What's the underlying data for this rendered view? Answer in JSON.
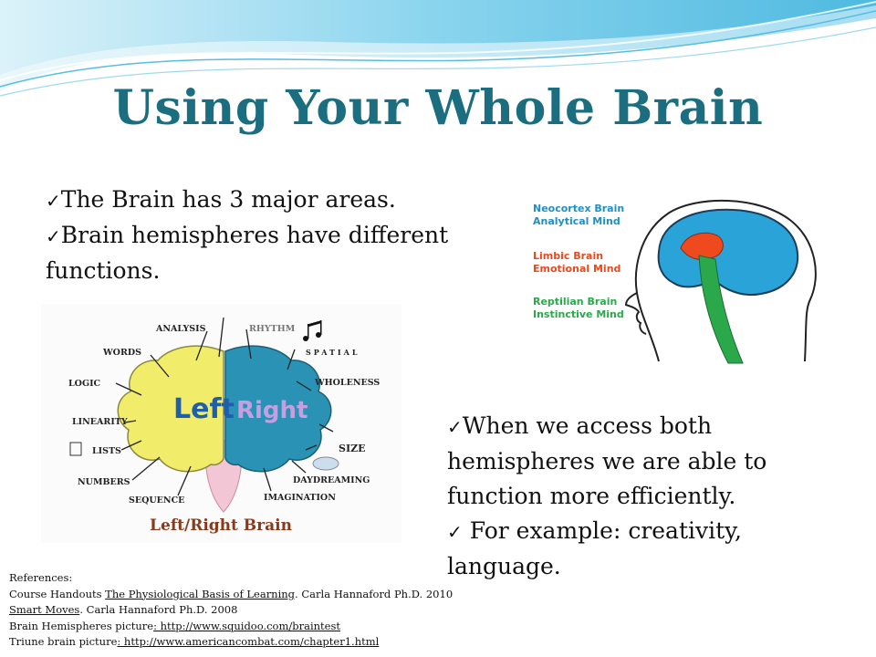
{
  "slide": {
    "title": "Using Your Whole Brain",
    "bullets_top": [
      "The Brain has 3 major areas.",
      "Brain hemispheres have different functions."
    ],
    "bullets_right": [
      "When we access both hemispheres we are able to function more efficiently.",
      "For example: creativity, language."
    ],
    "check_glyph": "✓"
  },
  "brain_image": {
    "left_word": "Left",
    "right_word": "Right",
    "caption": "Left/Right Brain",
    "left_labels": [
      "ANALYSIS",
      "WORDS",
      "LOGIC",
      "LINEARITY",
      "LISTS",
      "NUMBERS",
      "SEQUENCE"
    ],
    "right_labels": [
      "RHYTHM",
      "SPATIAL",
      "WHOLENESS",
      "SIZE",
      "DAYDREAMING",
      "IMAGINATION"
    ],
    "colors": {
      "left": "#f1ec6a",
      "right": "#2a93b5",
      "stem": "#f3c6d6"
    }
  },
  "triune_image": {
    "labels": [
      {
        "line1": "Neocortex Brain",
        "line2": "Analytical Mind",
        "color": "#1f8fc8"
      },
      {
        "line1": "Limbic Brain",
        "line2": "Emotional Mind",
        "color": "#e8491d"
      },
      {
        "line1": "Reptilian Brain",
        "line2": "Instinctive Mind",
        "color": "#2aa84a"
      }
    ]
  },
  "references": {
    "heading": "References:",
    "line1_prefix": "Course Handouts ",
    "line1_title": "The Physiological Basis of Learning",
    "line1_suffix": ". Carla Hannaford Ph.D. 2010",
    "line2_title": "Smart Moves",
    "line2_suffix": ". Carla Hannaford Ph.D. 2008",
    "line3_prefix": "Brain Hemispheres picture",
    "line3_link": ": http://www.squidoo.com/braintest",
    "line4_prefix": "Triune brain picture",
    "line4_link": ": http://www.americancombat.com/chapter1.html"
  },
  "theme": {
    "title_color": "#1b6e7f",
    "wave_light": "#bfe6f3",
    "wave_mid": "#5fc0e3"
  }
}
